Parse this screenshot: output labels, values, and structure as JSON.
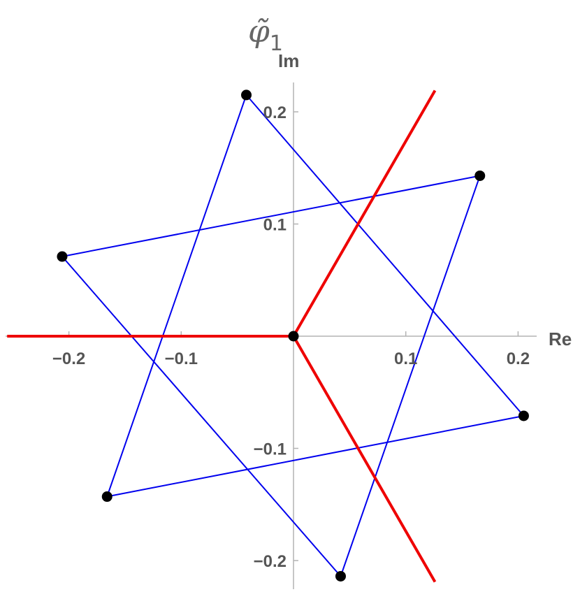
{
  "chart_data": {
    "type": "scatter",
    "title": "φ̃",
    "title_subscript": "1",
    "xlabel": "Re",
    "ylabel": "Im",
    "xlim": [
      -0.255,
      0.215
    ],
    "ylim": [
      -0.225,
      0.225
    ],
    "x_ticks": [
      {
        "value": -0.2,
        "label": "−0.2"
      },
      {
        "value": -0.1,
        "label": "−0.1"
      },
      {
        "value": 0.1,
        "label": "0.1"
      },
      {
        "value": 0.2,
        "label": "0.2"
      }
    ],
    "y_ticks": [
      {
        "value": 0.2,
        "label": "0.2"
      },
      {
        "value": 0.1,
        "label": "0.1"
      },
      {
        "value": -0.1,
        "label": "−0.1"
      },
      {
        "value": -0.2,
        "label": "−0.2"
      }
    ],
    "grid": false,
    "points": [
      {
        "x": -0.042,
        "y": 0.215
      },
      {
        "x": 0.166,
        "y": 0.143
      },
      {
        "x": 0.205,
        "y": -0.071
      },
      {
        "x": 0.042,
        "y": -0.214
      },
      {
        "x": -0.166,
        "y": -0.143
      },
      {
        "x": -0.206,
        "y": 0.071
      },
      {
        "x": 0.0,
        "y": 0.0
      }
    ],
    "triangles": [
      [
        [
          -0.042,
          0.215
        ],
        [
          0.205,
          -0.071
        ],
        [
          -0.166,
          -0.143
        ]
      ],
      [
        [
          0.166,
          0.143
        ],
        [
          0.042,
          -0.214
        ],
        [
          -0.206,
          0.071
        ]
      ]
    ],
    "red_lines": [
      [
        [
          0.0,
          0.0
        ],
        [
          -0.255,
          0.0
        ]
      ],
      [
        [
          0.0,
          0.0
        ],
        [
          0.126,
          0.219
        ]
      ],
      [
        [
          0.0,
          0.0
        ],
        [
          0.126,
          -0.219
        ]
      ]
    ],
    "colors": {
      "triangle": "#0000ee",
      "red_line": "#ee0000",
      "point": "#000000",
      "axis": "#b3b3b3",
      "text": "#555555"
    }
  }
}
